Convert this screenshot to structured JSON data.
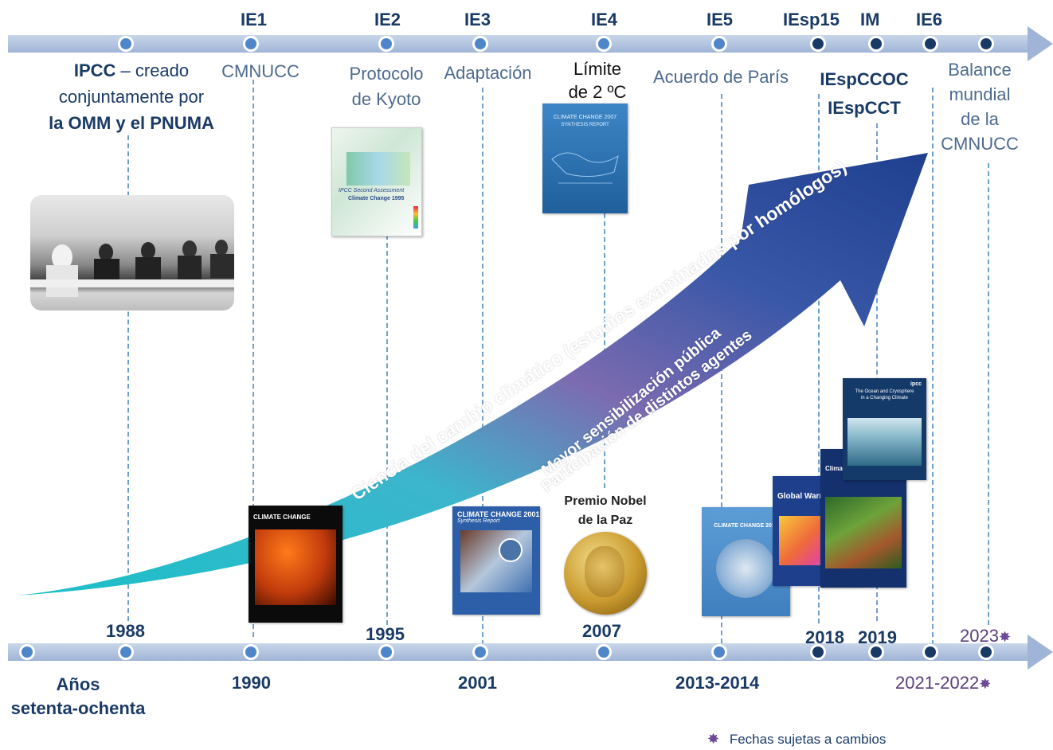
{
  "top_labels": {
    "ie1": "IE1",
    "ie2": "IE2",
    "ie3": "IE3",
    "ie4": "IE4",
    "ie5": "IE5",
    "iesp15": "IEsp15",
    "im": "IM",
    "ie6": "IE6"
  },
  "events": {
    "ipcc_bold": "IPCC",
    "ipcc_text": " – creado",
    "ipcc_line2": "conjuntamente por",
    "ipcc_line3": "la OMM y el PNUMA",
    "cmnucc": "CMNUCC",
    "kyoto_1": "Protocolo",
    "kyoto_2": "de Kyoto",
    "adaptacion": "Adaptación",
    "limite_1": "Límite",
    "limite_2": "de 2 ºC",
    "paris": "Acuerdo de París",
    "iespccoc": "IEspCCOC",
    "iespcct": "IEspCCT",
    "balance_1": "Balance",
    "balance_2": "mundial",
    "balance_3": "de la",
    "balance_4": "CMNUCC",
    "nobel_1": "Premio Nobel",
    "nobel_2": "de la Paz"
  },
  "arrow_text": {
    "line1": "Ciencia del cambio climático (estudios examinados por homólogos)",
    "line2": "Mayor sensibilización pública",
    "line3": "Participación de distintos agentes"
  },
  "years": {
    "y1988": "1988",
    "y1990": "1990",
    "y1995": "1995",
    "y2001": "2001",
    "y2007": "2007",
    "y2013": "2013-2014",
    "y2018": "2018",
    "y2019": "2019",
    "y2023": "2023",
    "y2021": "2021-2022",
    "setenta_1": "Años",
    "setenta_2": "setenta-ochenta"
  },
  "covers": {
    "far": "CLIMATE CHANGE",
    "sar_1": "IPCC Second Assessment",
    "sar_2": "Climate Change 1995",
    "tar": "CLIMATE CHANGE 2001",
    "tar_sub": "Synthesis Report",
    "ar4_1": "CLIMATE CHANGE 2007",
    "ar4_2": "SYNTHESIS REPORT",
    "ar5": "CLIMATE CHANGE 2014",
    "sr15": "Global Warm",
    "srccl": "Climate Change and Land",
    "srocc_1": "The Ocean and Cryosphere",
    "srocc_2": "in a Changing Climate",
    "ipcc_logo": "ipcc"
  },
  "legend": {
    "text": "Fechas sujetas a cambios"
  },
  "colors": {
    "dark_navy": "#1a3a66",
    "dot_blue": "#4f86c9",
    "arrow_teal": "#1bbfc8",
    "arrow_purple": "#7c6bb0",
    "arrow_blue": "#2b4a9a",
    "pending_star": "#6b4a9a"
  }
}
